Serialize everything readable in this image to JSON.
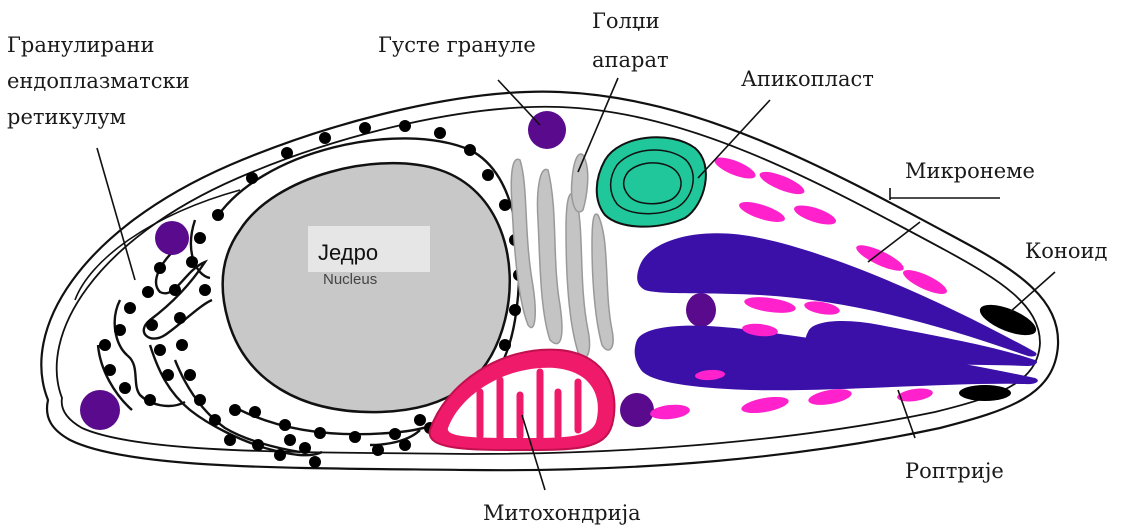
{
  "diagram": {
    "labels": {
      "granular_er": [
        "Гранулирани",
        "ендоплазматски",
        "ретикулум"
      ],
      "dense_granules": "Густе грануле",
      "golgi": [
        "Голџи",
        "апарат"
      ],
      "apicoplast": "Апикопласт",
      "micronemes": "Микронеме",
      "conoid": "Коноид",
      "nucleus": "Једро",
      "nucleus_original": "Nucleus",
      "rhoptries": "Роптрије",
      "mitochondrion": "Митохондрија"
    },
    "colors": {
      "cell_outline": "#111111",
      "nucleus": "#c8c8c8",
      "er_granules": "#000000",
      "dense_granules": "#5a0a8c",
      "golgi": "#c0c0c0",
      "apicoplast": "#1fc79a",
      "micronemes": "#ff22cc",
      "rhoptries": "#3b10a8",
      "mitochondrion": "#f01a6a",
      "conoid": "#000000"
    }
  }
}
